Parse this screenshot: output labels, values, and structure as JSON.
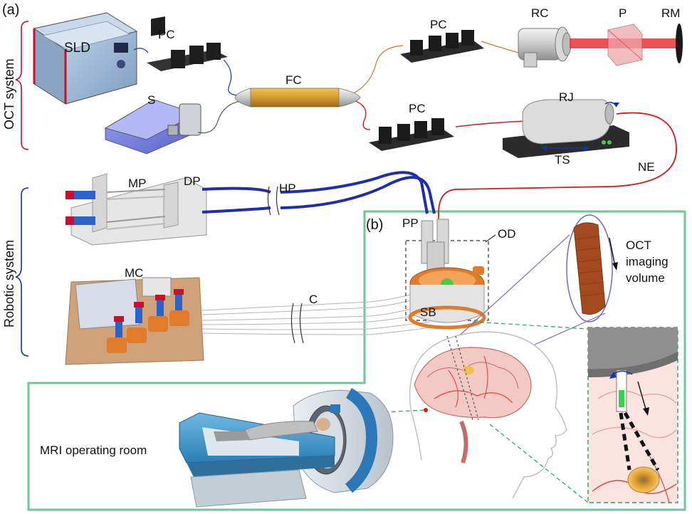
{
  "panels": {
    "a": "(a)",
    "b": "(b)"
  },
  "systems": {
    "oct": "OCT system",
    "robotic": "Robotic system"
  },
  "components": {
    "sld": "SLD",
    "pc_top": "PC",
    "s": "S",
    "fc": "FC",
    "pc_ref": "PC",
    "rc": "RC",
    "p": "P",
    "rm": "RM",
    "pc_sample": "PC",
    "rj": "RJ",
    "ts": "TS",
    "ne": "NE",
    "mp": "MP",
    "dp": "DP",
    "hp": "HP",
    "pp": "PP",
    "od": "OD",
    "mc": "MC",
    "c": "C",
    "sb": "SB"
  },
  "annotations": {
    "oct_volume_line1": "OCT",
    "oct_volume_line2": "imaging",
    "oct_volume_line3": "volume",
    "mri_room": "MRI operating room"
  },
  "colors": {
    "oct_bracket": "#c8102e",
    "robot_bracket": "#1a2fb0",
    "panel_b_border": "#6cc79a",
    "fiber_red": "#d11a1a",
    "tube_blue": "#1f2fa8",
    "laser": "#e8333a",
    "brain": "#e8a0a0",
    "orange": "#e07b2a"
  }
}
